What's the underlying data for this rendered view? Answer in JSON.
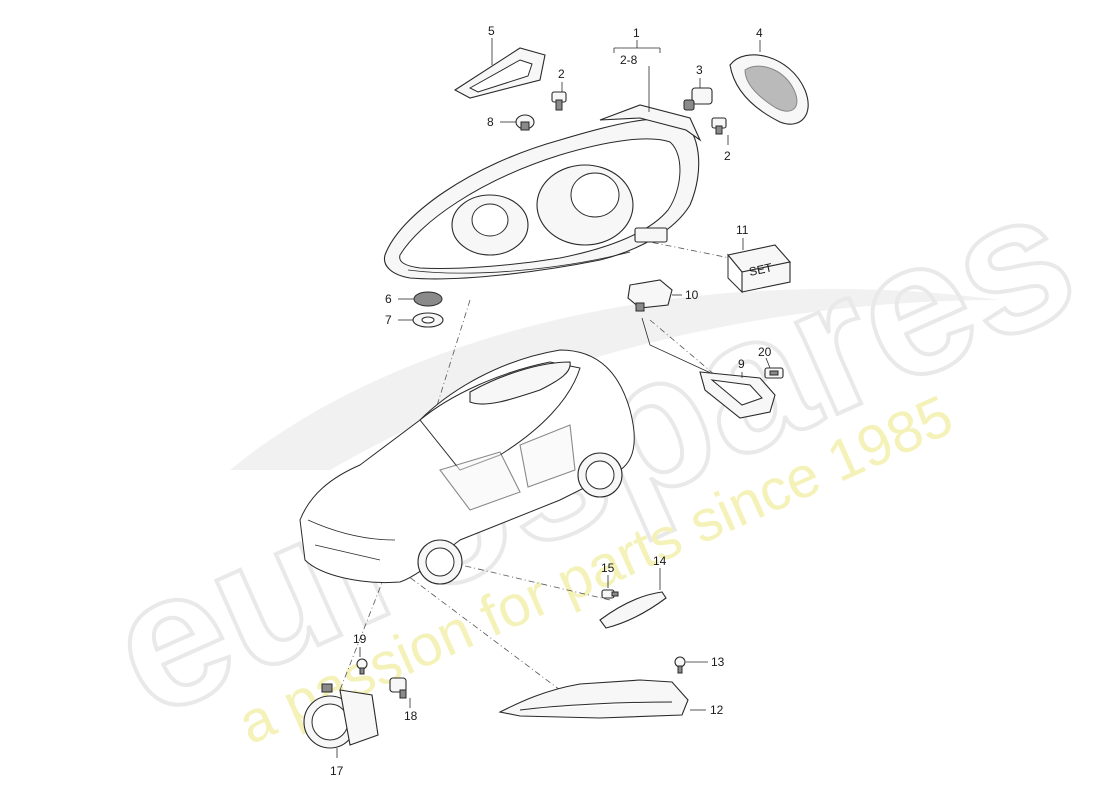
{
  "watermark": {
    "brand": "eurospares",
    "tagline": "a passion for parts since 1985"
  },
  "callouts": {
    "c1": "1",
    "c1_range": "2-8",
    "c2a": "2",
    "c2b": "2",
    "c3": "3",
    "c4": "4",
    "c5": "5",
    "c6": "6",
    "c7": "7",
    "c8": "8",
    "c9": "9",
    "c10": "10",
    "c11": "11",
    "c12": "12",
    "c13": "13",
    "c14": "14",
    "c15": "15",
    "c17": "17",
    "c18": "18",
    "c19": "19",
    "c20": "20"
  },
  "set_box_label": "SET"
}
